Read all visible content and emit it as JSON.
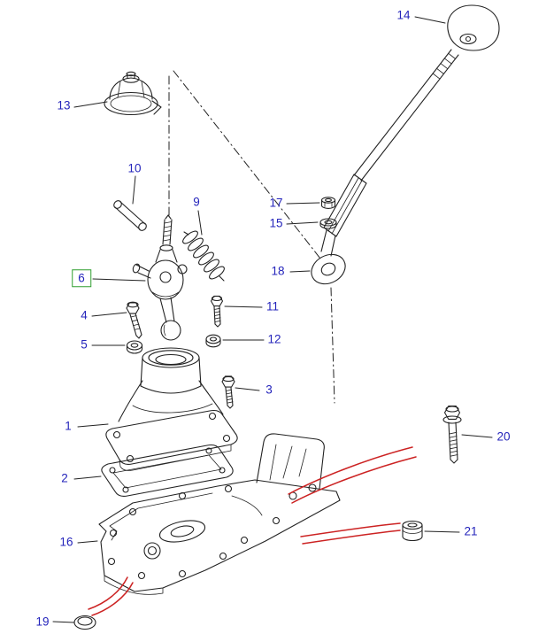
{
  "diagram": {
    "background": "#ffffff",
    "line_color": "#222222",
    "label_color": "#2424bb",
    "highlight_color": "#2f9e2f",
    "cable_color": "#cc2222"
  },
  "labels": [
    {
      "part": "14"
    },
    {
      "part": "13"
    },
    {
      "part": "10"
    },
    {
      "part": "9"
    },
    {
      "part": "17"
    },
    {
      "part": "15"
    },
    {
      "part": "6",
      "highlighted": true
    },
    {
      "part": "18"
    },
    {
      "part": "4"
    },
    {
      "part": "11"
    },
    {
      "part": "5"
    },
    {
      "part": "12"
    },
    {
      "part": "3"
    },
    {
      "part": "1"
    },
    {
      "part": "2"
    },
    {
      "part": "20"
    },
    {
      "part": "16"
    },
    {
      "part": "21"
    },
    {
      "part": "19"
    }
  ]
}
